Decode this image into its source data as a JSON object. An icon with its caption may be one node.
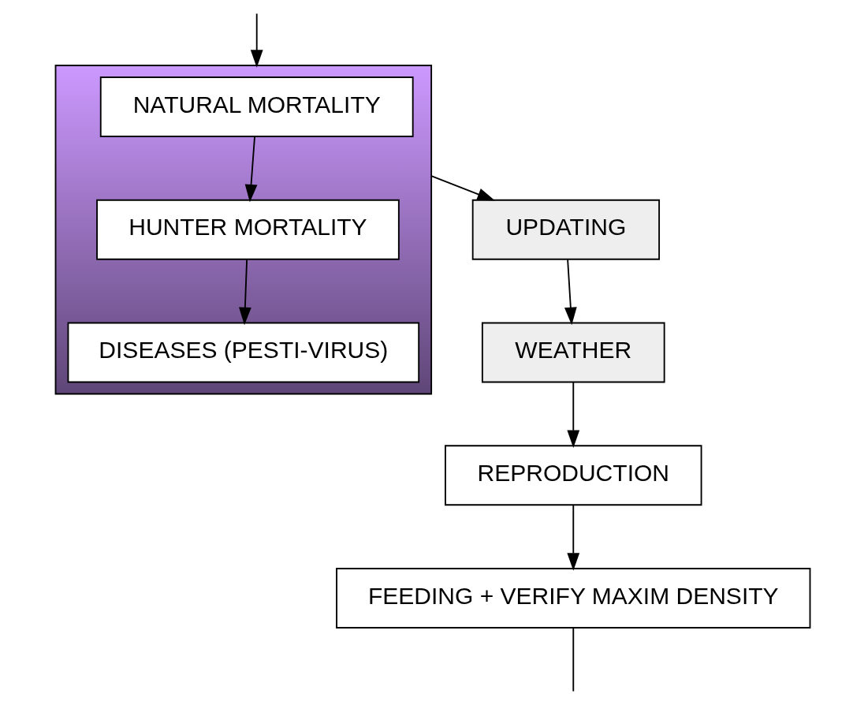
{
  "diagram": {
    "nodes": [
      {
        "text": [
          "UPDATING"
        ]
      },
      {
        "text": [
          "WEATHER"
        ]
      },
      {
        "text": [],
        "shape": "box"
      },
      {
        "text": [
          "DISEASES (PESTI-VIRUS)"
        ],
        "in": 2
      },
      {
        "text": [
          "HUNTER MORTALITY"
        ],
        "in": 2
      },
      {
        "text": [
          "NATURAL MORTALITY"
        ],
        "in": 2
      },
      {
        "text": [
          "REPRODUCTION"
        ]
      },
      {
        "text": [
          "FEEDING + VERIFY MAXIM DENSITY"
        ]
      }
    ],
    "edges": [
      {
        "from": 0,
        "to": 1,
        "arrow": "to"
      },
      {
        "from": 1,
        "to": 6,
        "arrow": "to"
      },
      {
        "from": 6,
        "to": 7,
        "arrow": "to"
      },
      {
        "from": 7,
        "to": null,
        "arrow": "none"
      },
      {
        "from": null,
        "to": 2,
        "arrow": "to"
      },
      {
        "from": 5,
        "to": 4,
        "arrow": "to"
      },
      {
        "from": 4,
        "to": 3,
        "arrow": "to"
      },
      {
        "from": 2,
        "to": 0,
        "arrow": "to"
      }
    ]
  }
}
